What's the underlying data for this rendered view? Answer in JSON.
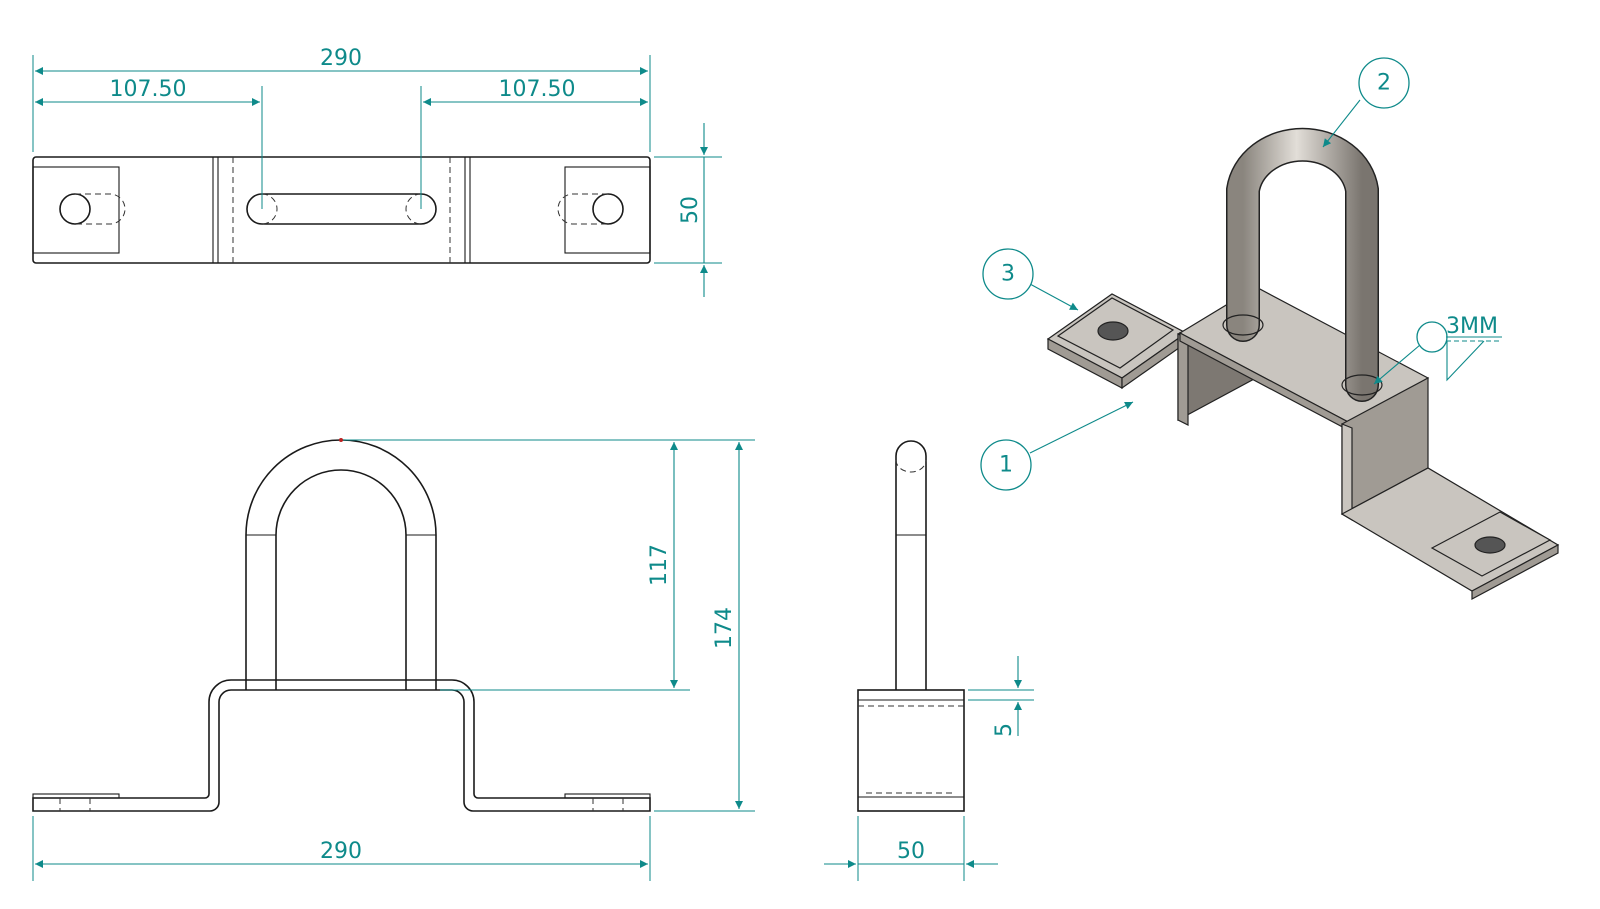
{
  "dimensions": {
    "top_overall_width": "290",
    "top_left_offset": "107.50",
    "top_right_offset": "107.50",
    "top_depth": "50",
    "front_loop_height": "117",
    "front_total_height": "174",
    "front_overall_width": "290",
    "side_thickness": "5",
    "side_width": "50"
  },
  "balloons": {
    "b1": "1",
    "b2": "2",
    "b3": "3"
  },
  "weld_note": "3MM",
  "colors": {
    "dimension": "#0e8a8a",
    "part_line": "#1a1a1a",
    "iso_light": "#c9c5bf",
    "iso_mid": "#a09b94",
    "iso_dark": "#7d7872"
  }
}
